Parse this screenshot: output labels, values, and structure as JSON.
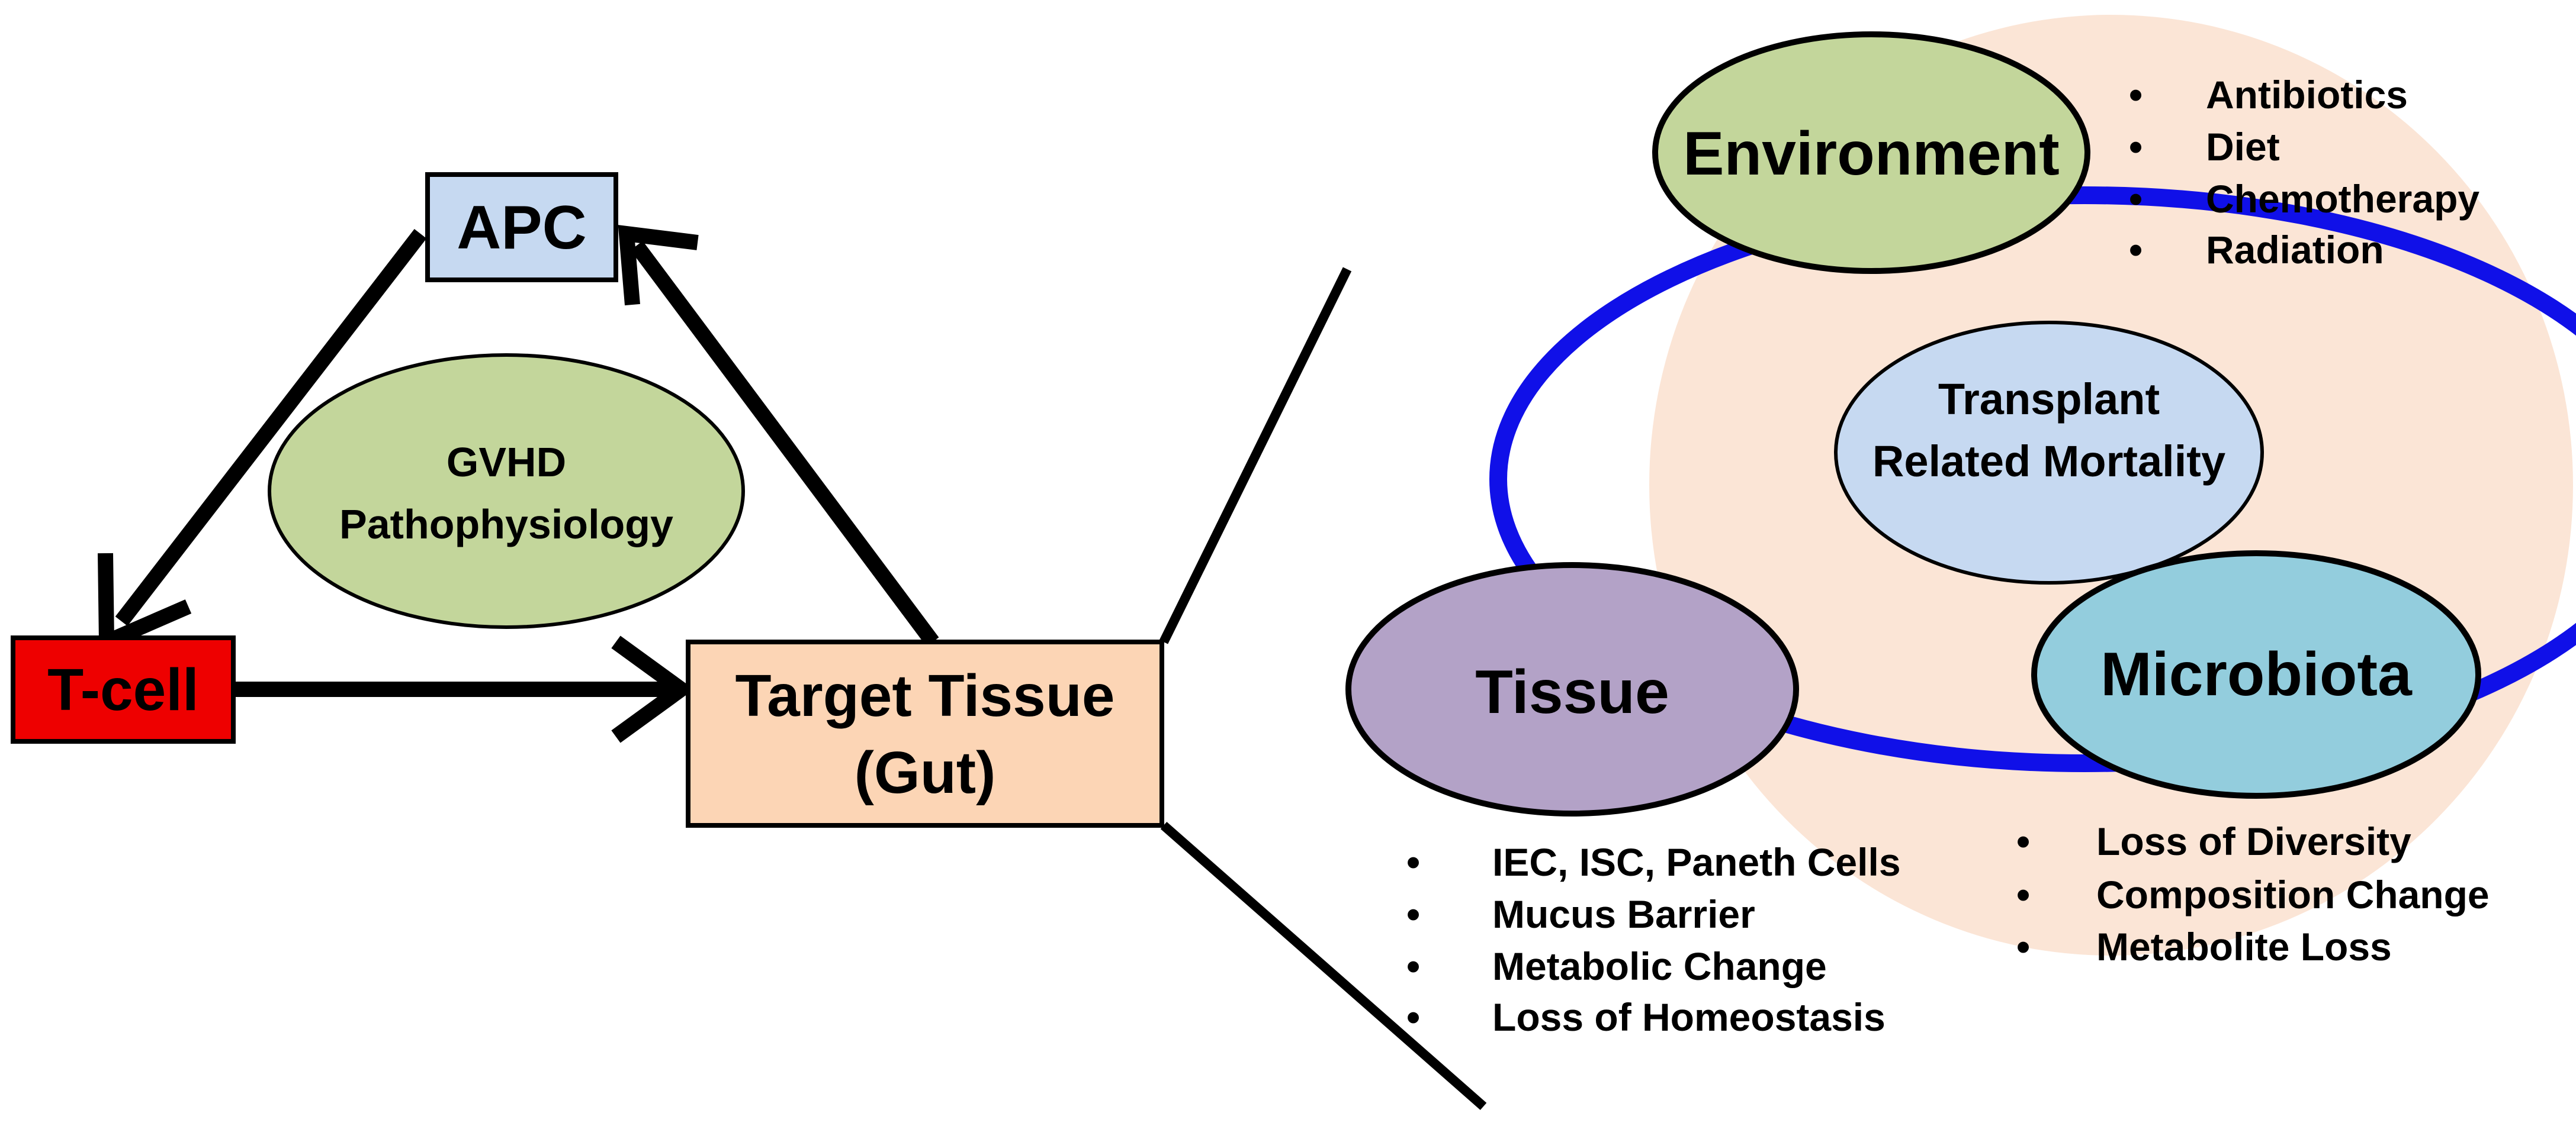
{
  "left": {
    "apc": "APC",
    "tcell": "T-cell",
    "target_line1": "Target Tissue",
    "target_line2": "(Gut)",
    "gvhd_line1": "GVHD",
    "gvhd_line2": "Pathophysiology"
  },
  "right": {
    "environment": "Environment",
    "microbiota": "Microbiota",
    "tissue": "Tissue",
    "center_line1": "Transplant",
    "center_line2": "Related Mortality",
    "environment_factors": [
      "Antibiotics",
      "Diet",
      "Chemotherapy",
      "Radiation"
    ],
    "tissue_factors": [
      "IEC, ISC, Paneth Cells",
      "Mucus Barrier",
      "Metabolic Change",
      "Loss of Homeostasis"
    ],
    "microbiota_factors": [
      "Loss of Diversity",
      "Composition Change",
      "Metabolite Loss"
    ]
  },
  "colors": {
    "apc_fill": "#c6d9f1",
    "tcell_fill": "#ee0000",
    "target_fill": "#fcd5b5",
    "gvhd_fill": "#c3d69b",
    "background_circle": "#fbe5d6",
    "ring": "#1010e8",
    "environment_fill": "#c3d69b",
    "microbiota_fill": "#93cddd",
    "tissue_fill": "#b3a2c7",
    "center_fill": "#c6d9f1"
  }
}
